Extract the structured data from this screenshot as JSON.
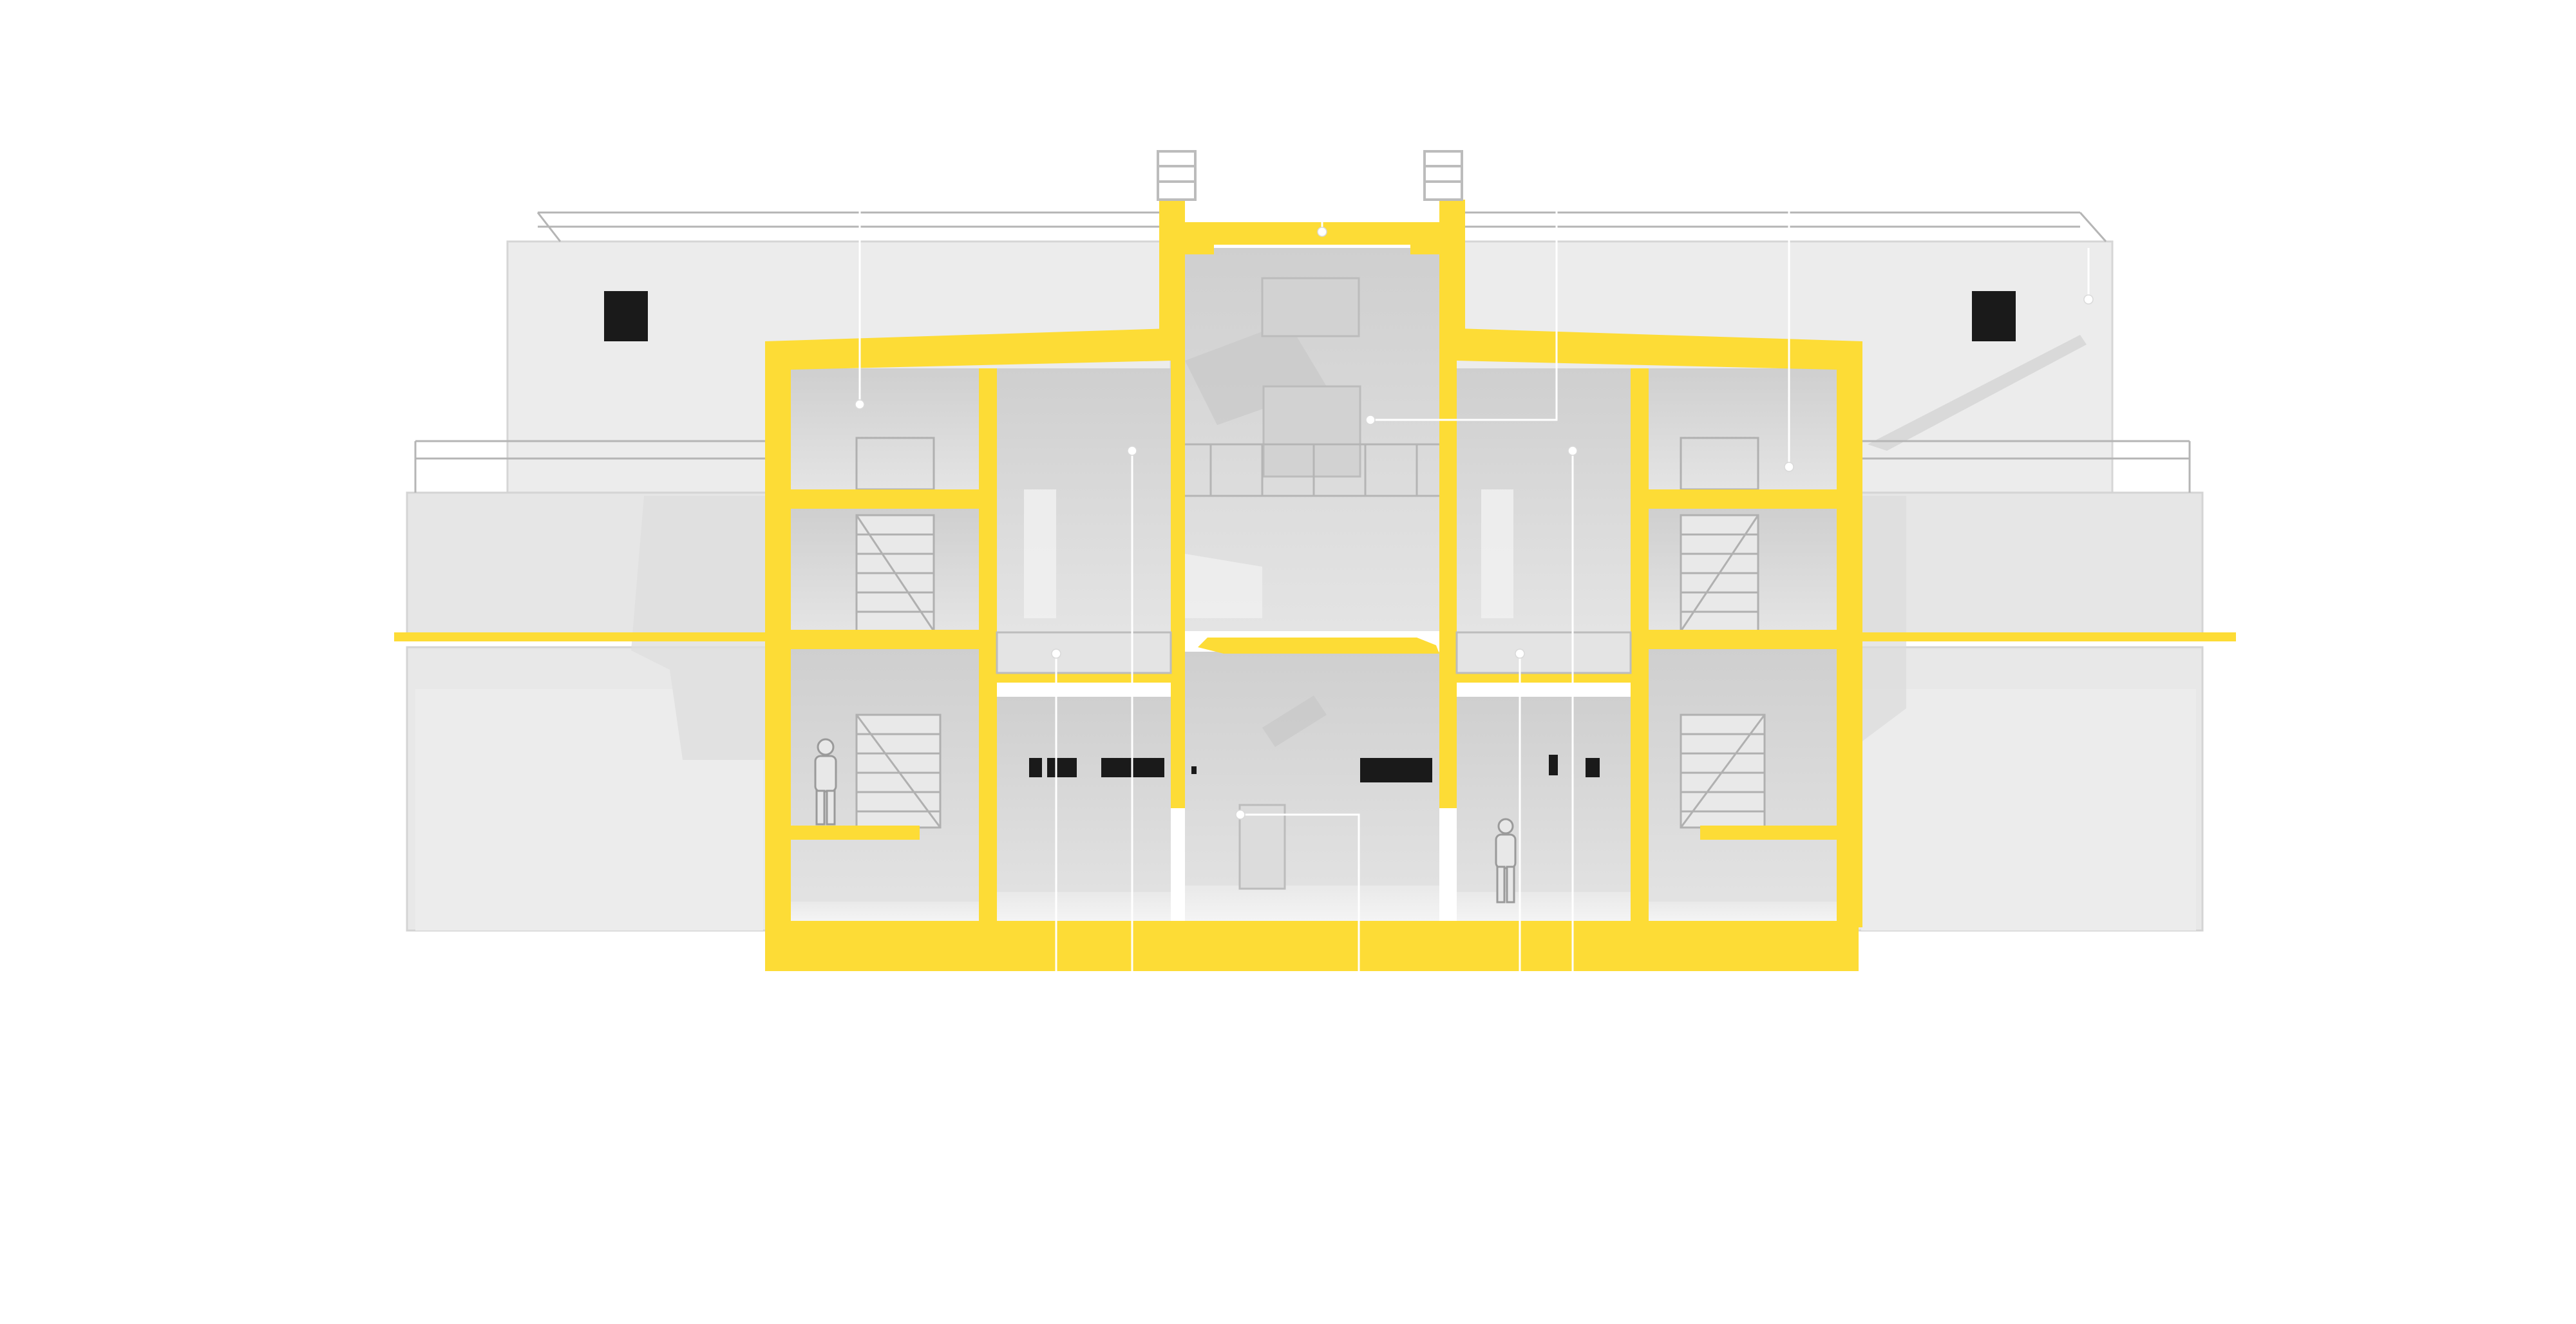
{
  "diagram": {
    "type": "architectural-section-perspective",
    "colors": {
      "background": "#ffffff",
      "cut": "#fddc36",
      "wall_light": "#eeeeee",
      "wall_mid": "#e3e3e3",
      "interior": "#d9d9d9",
      "interior_shadow": "#c9c9c9",
      "window": "#1a1a1a",
      "leader": "#ffffff",
      "railing": "#b5b5b5"
    },
    "floors": 3,
    "staircases": 2,
    "human_figures": 2,
    "leader_count": 13,
    "text_labels": []
  }
}
